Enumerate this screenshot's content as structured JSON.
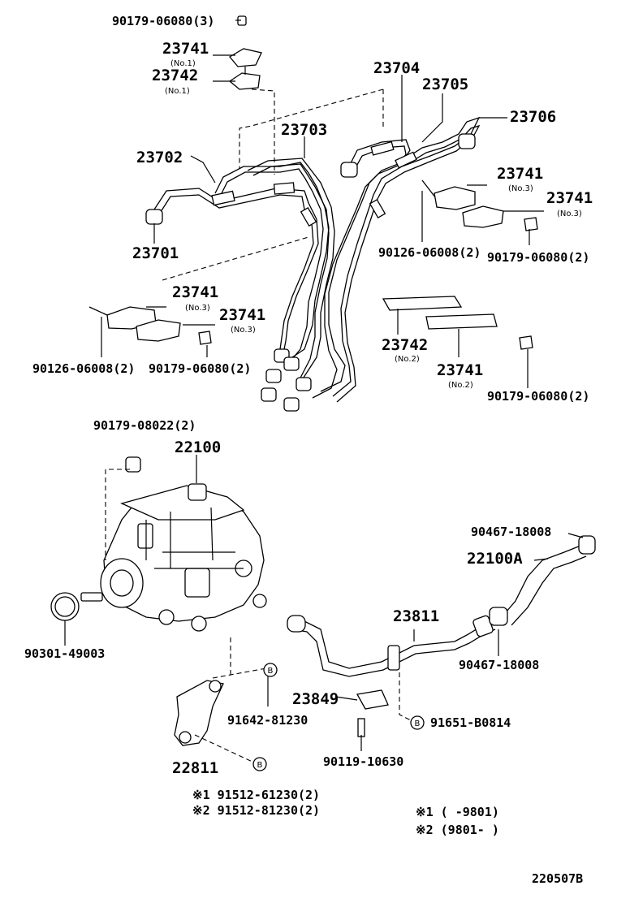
{
  "labels": {
    "p90179_06080_3": "90179-06080(3)",
    "p23741_a": "23741",
    "p23741_a_sub": "(No.1)",
    "p23742_a": "23742",
    "p23742_a_sub": "(No.1)",
    "p23704": "23704",
    "p23705": "23705",
    "p23706": "23706",
    "p23703": "23703",
    "p23702": "23702",
    "p23701": "23701",
    "p23741_b": "23741",
    "p23741_b_sub": "(No.3)",
    "p23741_c": "23741",
    "p23741_c_sub": "(No.3)",
    "p90126_06008_r": "90126-06008(2)",
    "p90179_06080_r": "90179-06080(2)",
    "p23741_d": "23741",
    "p23741_d_sub": "(No.3)",
    "p23741_e": "23741",
    "p23741_e_sub": "(No.3)",
    "p90126_06008_l": "90126-06008(2)",
    "p90179_06080_l": "90179-06080(2)",
    "p23742_b": "23742",
    "p23742_b_sub": "(No.2)",
    "p23741_f": "23741",
    "p23741_f_sub": "(No.2)",
    "p90179_06080_br": "90179-06080(2)",
    "p90179_08022": "90179-08022(2)",
    "p22100": "22100",
    "p90467_18008_a": "90467-18008",
    "p22100A": "22100A",
    "p23811": "23811",
    "p90301_49003": "90301-49003",
    "p90467_18008_b": "90467-18008",
    "p23849": "23849",
    "p91642_81230": "91642-81230",
    "p91651_B0814": "91651-B0814",
    "p22811": "22811",
    "p90119_10630": "90119-10630",
    "p91512_61230": "※1 91512-61230(2)",
    "p91512_81230": "※2 91512-81230(2)",
    "note1": "※1 (     -9801)",
    "note2": "※2 (9801-      )",
    "circB": "B",
    "drawing_no": "220507B"
  }
}
